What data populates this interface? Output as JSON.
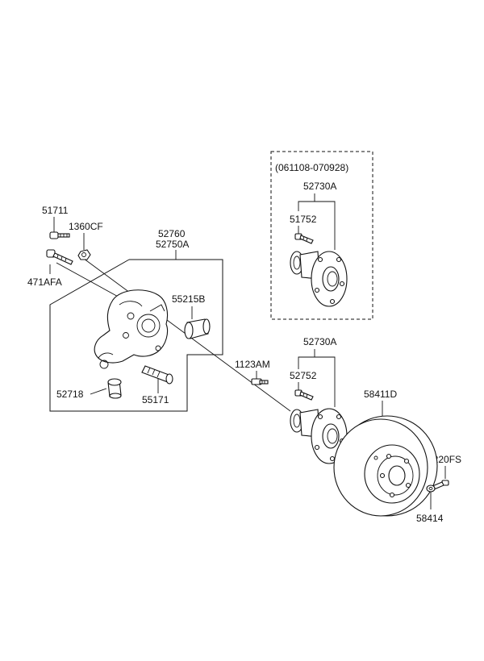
{
  "diagram": {
    "labels": {
      "date_range": "(061108-070928)",
      "hub_top": "52730A",
      "bolt_top": "51752",
      "p51711": "51711",
      "p1360cf": "1360CF",
      "p471afa": "471AFA",
      "p52760": "52760",
      "p52750a": "52750A",
      "p55215b": "55215B",
      "p1123am": "1123AM",
      "hub_bottom": "52730A",
      "bolt_bottom": "52752",
      "p52718": "52718",
      "p55171": "55171",
      "p58411d": "58411D",
      "p1220fs": "1220FS",
      "p58414": "58414"
    }
  }
}
